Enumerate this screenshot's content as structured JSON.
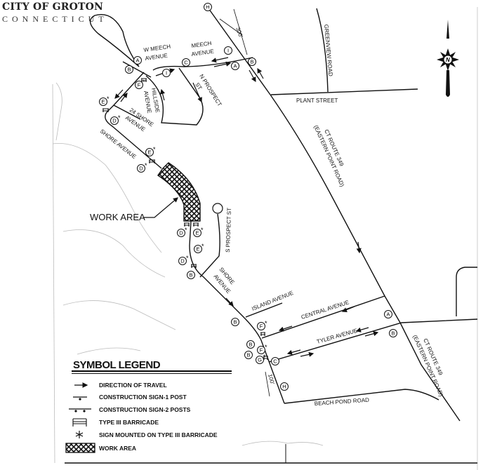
{
  "header": {
    "title": "CITY OF GROTON",
    "subtitle": "CONNECTICUT"
  },
  "streets": {
    "w_meech": [
      "W MEECH",
      "AVENUE"
    ],
    "meech": [
      "MEECH",
      "AVENUE"
    ],
    "n_prospect": [
      "N PROSPECT",
      "ST"
    ],
    "hillside": [
      "HILLSIDE",
      "AVENUE"
    ],
    "shore24": [
      "24 SHORE",
      "AVENUE"
    ],
    "shore": "SHORE AVENUE",
    "shore2": [
      "SHORE",
      "AVENUE"
    ],
    "greenview": "GREENVIEW ROAD",
    "plant": "PLANT STREET",
    "route349": [
      "CT ROUTE 349",
      "(EASTERN POINT ROAD)"
    ],
    "s_prospect": "S PROSPECT ST",
    "island": "ISLAND AVENUE",
    "central": "CENTRAL AVENUE",
    "tyler": "TYLER AVENUE",
    "beach_pond": "BEACH POND ROAD"
  },
  "dimensions": {
    "top": "300'",
    "bottom": "100'"
  },
  "work_area_label": "WORK AREA",
  "sign_markers": [
    "A",
    "B",
    "C",
    "I",
    "I",
    "H",
    "A",
    "B",
    "F",
    "E",
    "D",
    "E",
    "D",
    "D",
    "E",
    "E",
    "D",
    "B",
    "B",
    "F",
    "B",
    "F",
    "G",
    "B",
    "C",
    "H",
    "A",
    "B"
  ],
  "compass": {
    "north_letter": "N"
  },
  "legend": {
    "title": "SYMBOL LEGEND",
    "items": [
      {
        "icon": "arrow-icon",
        "label": "DIRECTION OF TRAVEL"
      },
      {
        "icon": "sign-1-post-icon",
        "label": "CONSTRUCTION SIGN-1 POST"
      },
      {
        "icon": "sign-2-posts-icon",
        "label": "CONSTRUCTION SIGN-2 POSTS"
      },
      {
        "icon": "barricade-icon",
        "label": "TYPE III BARRICADE"
      },
      {
        "icon": "asterisk-icon",
        "label": "SIGN MOUNTED ON TYPE III BARRICADE"
      },
      {
        "icon": "work-area-icon",
        "label": "WORK AREA"
      }
    ]
  }
}
